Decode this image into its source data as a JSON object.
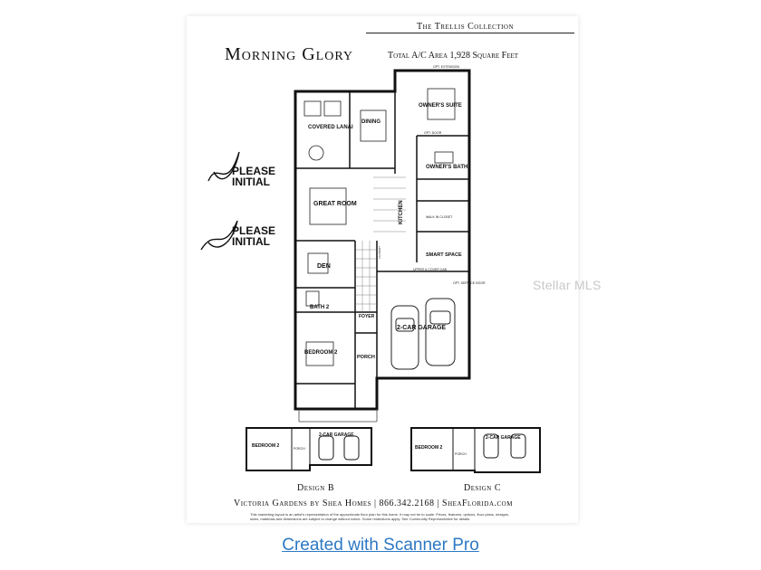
{
  "header": {
    "collection": "The Trellis Collection",
    "title": "Morning Glory",
    "area": "Total A/C Area 1,928 Square Feet"
  },
  "initials": [
    {
      "line1": "PLEASE",
      "line2": "INITIAL"
    },
    {
      "line1": "PLEASE",
      "line2": "INITIAL"
    }
  ],
  "rooms": {
    "covered_lanai": "COVERED LANAI",
    "dining": "DINING",
    "owners_suite": "OWNER'S SUITE",
    "owners_bath": "OWNER'S BATH",
    "great_room": "GREAT ROOM",
    "kitchen": "KITCHEN",
    "walk_in_closet": "WALK IN CLOSET",
    "smart_space": "SMART SPACE",
    "den": "DEN",
    "bath2": "BATH 2",
    "foyer": "FOYER",
    "bedroom2": "BEDROOM 2",
    "porch": "PORCH",
    "garage": "2-CAR GARAGE",
    "laundry": "LAUNDRY",
    "opt_extension": "OPT. EXTENSION",
    "opt_door": "OPT. DOOR",
    "opt_service_door": "OPT. SERVICE DOOR",
    "upper_cover_cab": "UPPER & COVER CAB"
  },
  "designs": {
    "b": {
      "caption": "Design B",
      "bedroom": "BEDROOM 2",
      "porch": "PORCH",
      "garage": "2-CAR GARAGE"
    },
    "c": {
      "caption": "Design C",
      "bedroom": "BEDROOM 2",
      "porch": "PORCH",
      "garage": "2-CAR GARAGE"
    }
  },
  "footer": {
    "line": "Victoria Gardens by Shea Homes | 866.342.2168 | SheaFlorida.com",
    "fine_print": "This marketing layout is an artist's representation of the approximate floor plan for this home. It may not be to scale. Prices, features, options, floor plans, designs, sizes, materials and dimensions are subject to change without notice. Some restrictions apply. See Community Representative for details."
  },
  "watermark": "Stellar MLS",
  "scanner_link": "Created with Scanner Pro"
}
